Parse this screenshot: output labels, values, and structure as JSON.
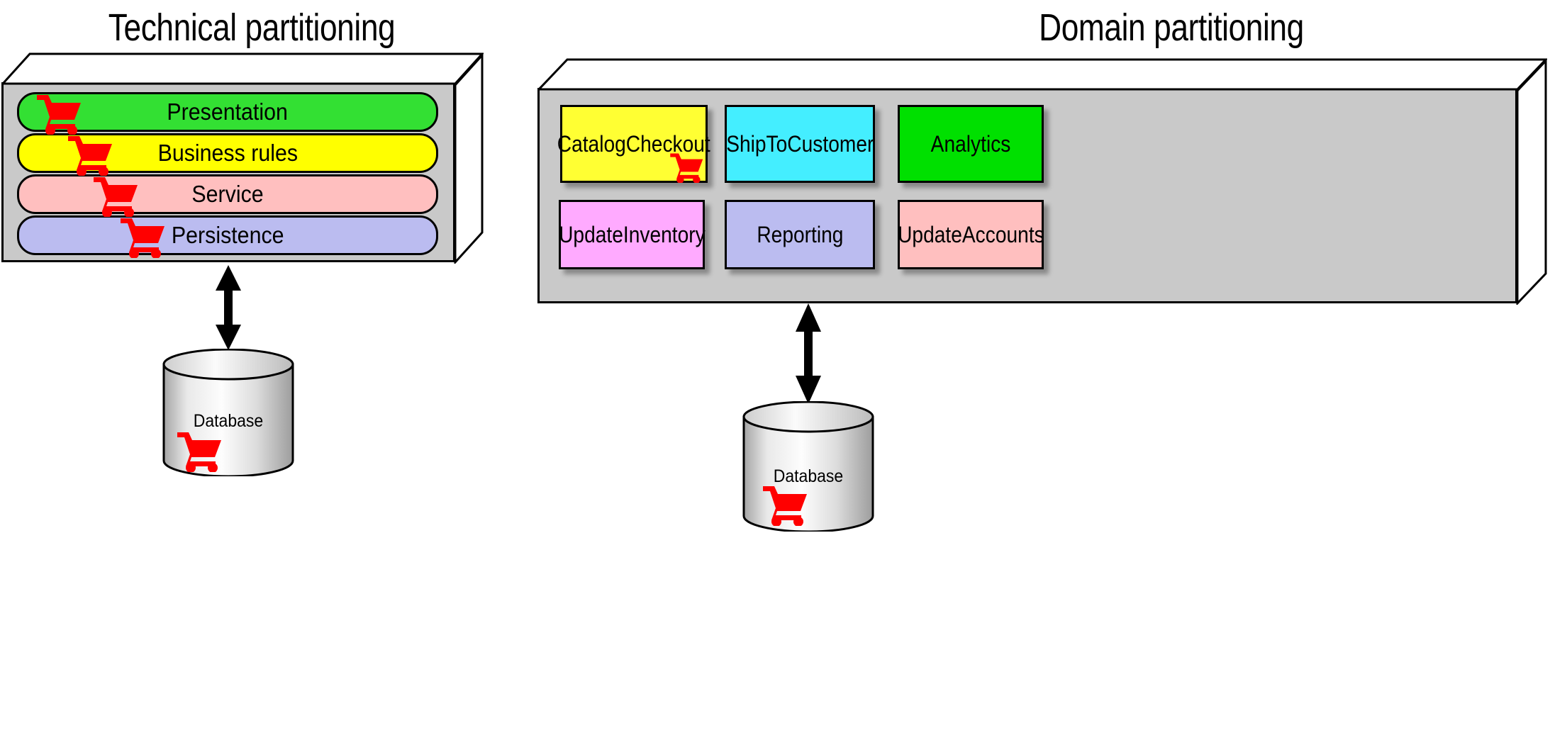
{
  "diagram": {
    "kind": "architecture-comparison",
    "panels": [
      {
        "id": "technical",
        "title": "Technical partitioning",
        "container_style": "3d-cuboid",
        "container_color": "#c9c9c9",
        "layers": [
          {
            "label": "Presentation",
            "color": "#33e033",
            "cart_icon": "shopping-cart-icon"
          },
          {
            "label": "Business rules",
            "color": "#ffff00",
            "cart_icon": "shopping-cart-icon"
          },
          {
            "label": "Service",
            "color": "#ffbfbf",
            "cart_icon": "shopping-cart-icon"
          },
          {
            "label": "Persistence",
            "color": "#bbbcf0",
            "cart_icon": "shopping-cart-icon"
          }
        ],
        "connector": "double-headed-arrow",
        "database": {
          "label": "Database",
          "cart_icon": "shopping-cart-icon"
        }
      },
      {
        "id": "domain",
        "title": "Domain partitioning",
        "container_style": "3d-cuboid",
        "container_color": "#c9c9c9",
        "services": [
          {
            "label": "CatalogCheckout",
            "color": "#ffff33",
            "cart_icon": "shopping-cart-icon",
            "row": 1,
            "col": 1
          },
          {
            "label": "ShipToCustomer",
            "color": "#44eeff",
            "cart_icon": null,
            "row": 1,
            "col": 2
          },
          {
            "label": "Analytics",
            "color": "#00e000",
            "cart_icon": null,
            "row": 1,
            "col": 3
          },
          {
            "label": "UpdateInventory",
            "color": "#ffaaff",
            "cart_icon": null,
            "row": 2,
            "col": 1
          },
          {
            "label": "Reporting",
            "color": "#bbbcf0",
            "cart_icon": null,
            "row": 2,
            "col": 2
          },
          {
            "label": "UpdateAccounts",
            "color": "#ffbfbf",
            "cart_icon": null,
            "row": 2,
            "col": 3
          }
        ],
        "connector": "double-headed-arrow",
        "database": {
          "label": "Database",
          "cart_icon": "shopping-cart-icon"
        }
      }
    ],
    "colors": {
      "cart_red": "#ff0000",
      "outline": "#000000",
      "panel_gray": "#c9c9c9",
      "background": "#ffffff"
    }
  }
}
